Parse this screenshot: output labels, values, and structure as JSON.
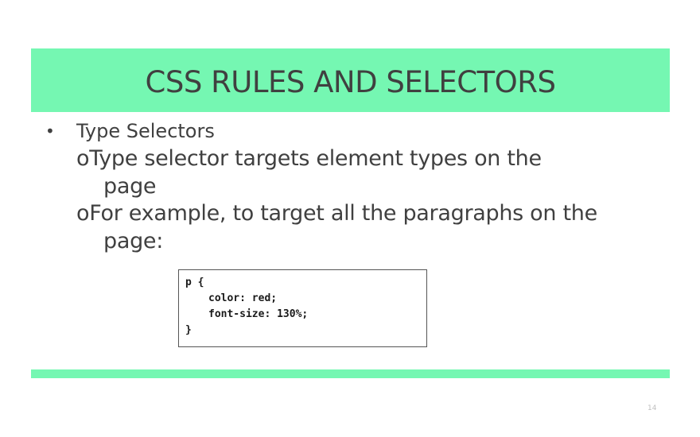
{
  "slide": {
    "title": "CSS RULES AND SELECTORS",
    "bullet": {
      "marker": "•",
      "text": "Type Selectors"
    },
    "sub_items": [
      {
        "marker": "o",
        "line1": "Type selector targets element types on the",
        "line2": "page"
      },
      {
        "marker": "o",
        "line1": "For example, to target all the paragraphs on the",
        "line2": "page:"
      }
    ],
    "code": {
      "lines": [
        "p {",
        "color: red;",
        "font-size: 130%;",
        "}"
      ]
    },
    "page_number": "14"
  },
  "colors": {
    "accent": "#75f7b2",
    "text": "#404040"
  }
}
